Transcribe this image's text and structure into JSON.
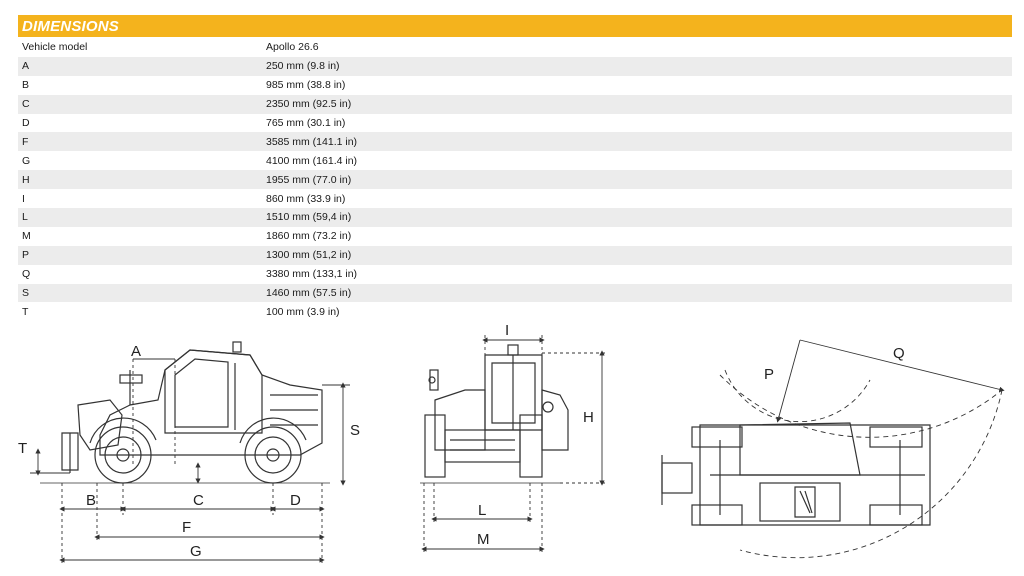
{
  "header": {
    "title": "DIMENSIONS"
  },
  "table": {
    "columns": [
      "Vehicle model",
      "Apollo 26.6"
    ],
    "rows": [
      {
        "label": "A",
        "value": "250 mm (9.8 in)"
      },
      {
        "label": "B",
        "value": "985 mm (38.8 in)"
      },
      {
        "label": "C",
        "value": "2350 mm (92.5 in)"
      },
      {
        "label": "D",
        "value": "765 mm (30.1 in)"
      },
      {
        "label": "F",
        "value": "3585 mm (141.1 in)"
      },
      {
        "label": "G",
        "value": "4100 mm (161.4 in)"
      },
      {
        "label": "H",
        "value": "1955 mm (77.0 in)"
      },
      {
        "label": "I",
        "value": "860 mm (33.9 in)"
      },
      {
        "label": "L",
        "value": "1510 mm (59,4 in)"
      },
      {
        "label": "M",
        "value": "1860 mm (73.2 in)"
      },
      {
        "label": "P",
        "value": "1300 mm (51,2 in)"
      },
      {
        "label": "Q",
        "value": "3380 mm (133,1 in)"
      },
      {
        "label": "S",
        "value": "1460 mm (57.5 in)"
      },
      {
        "label": "T",
        "value": "100 mm (3.9 in)"
      }
    ]
  },
  "diagram_labels": {
    "A": "A",
    "B": "B",
    "C": "C",
    "D": "D",
    "F": "F",
    "G": "G",
    "H": "H",
    "I": "I",
    "L": "L",
    "M": "M",
    "P": "P",
    "Q": "Q",
    "S": "S",
    "T": "T"
  },
  "colors": {
    "header": "#f4b31d",
    "row_shade": "#ececec",
    "line": "#333333"
  }
}
